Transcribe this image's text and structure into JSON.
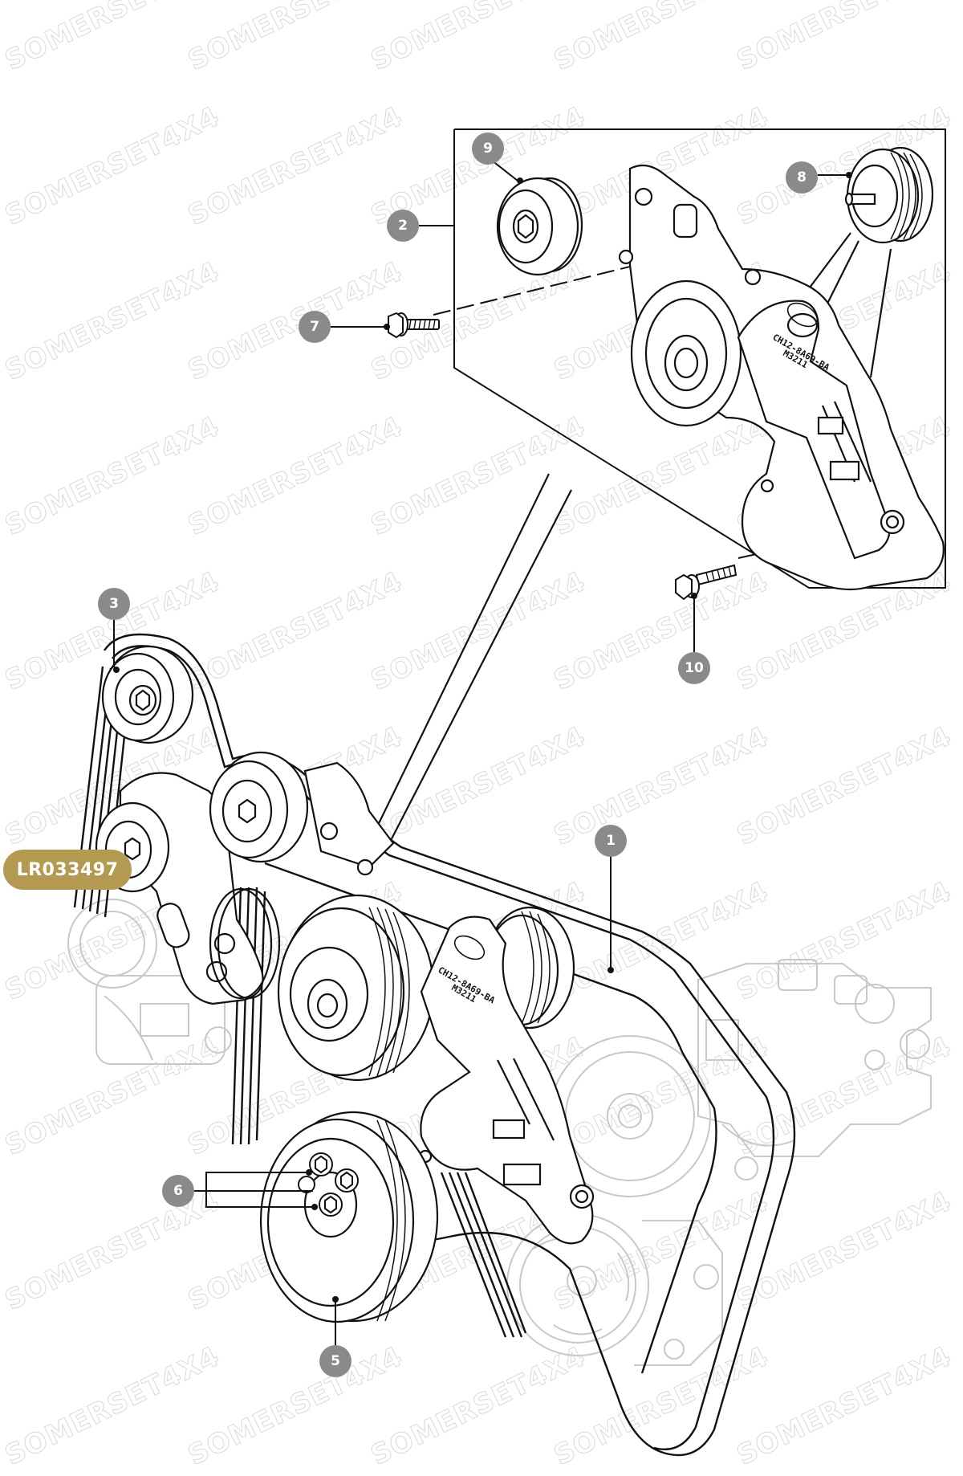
{
  "watermark": {
    "text": "SOMERSET4X4"
  },
  "part_number": "LR033497",
  "callouts": [
    {
      "id": "1",
      "label": "1"
    },
    {
      "id": "2",
      "label": "2"
    },
    {
      "id": "3",
      "label": "3"
    },
    {
      "id": "5",
      "label": "5"
    },
    {
      "id": "6",
      "label": "6"
    },
    {
      "id": "7",
      "label": "7"
    },
    {
      "id": "8",
      "label": "8"
    },
    {
      "id": "9",
      "label": "9"
    },
    {
      "id": "10",
      "label": "10"
    }
  ],
  "stamps": {
    "part_code": "CH12-8A69-BA",
    "date_code": "M3211"
  },
  "colors": {
    "callout": "#8a8a8a",
    "badge": "#b39a50",
    "line": "#111111",
    "ghost": "#c8c8c8",
    "watermark": "#d9d9d9"
  }
}
